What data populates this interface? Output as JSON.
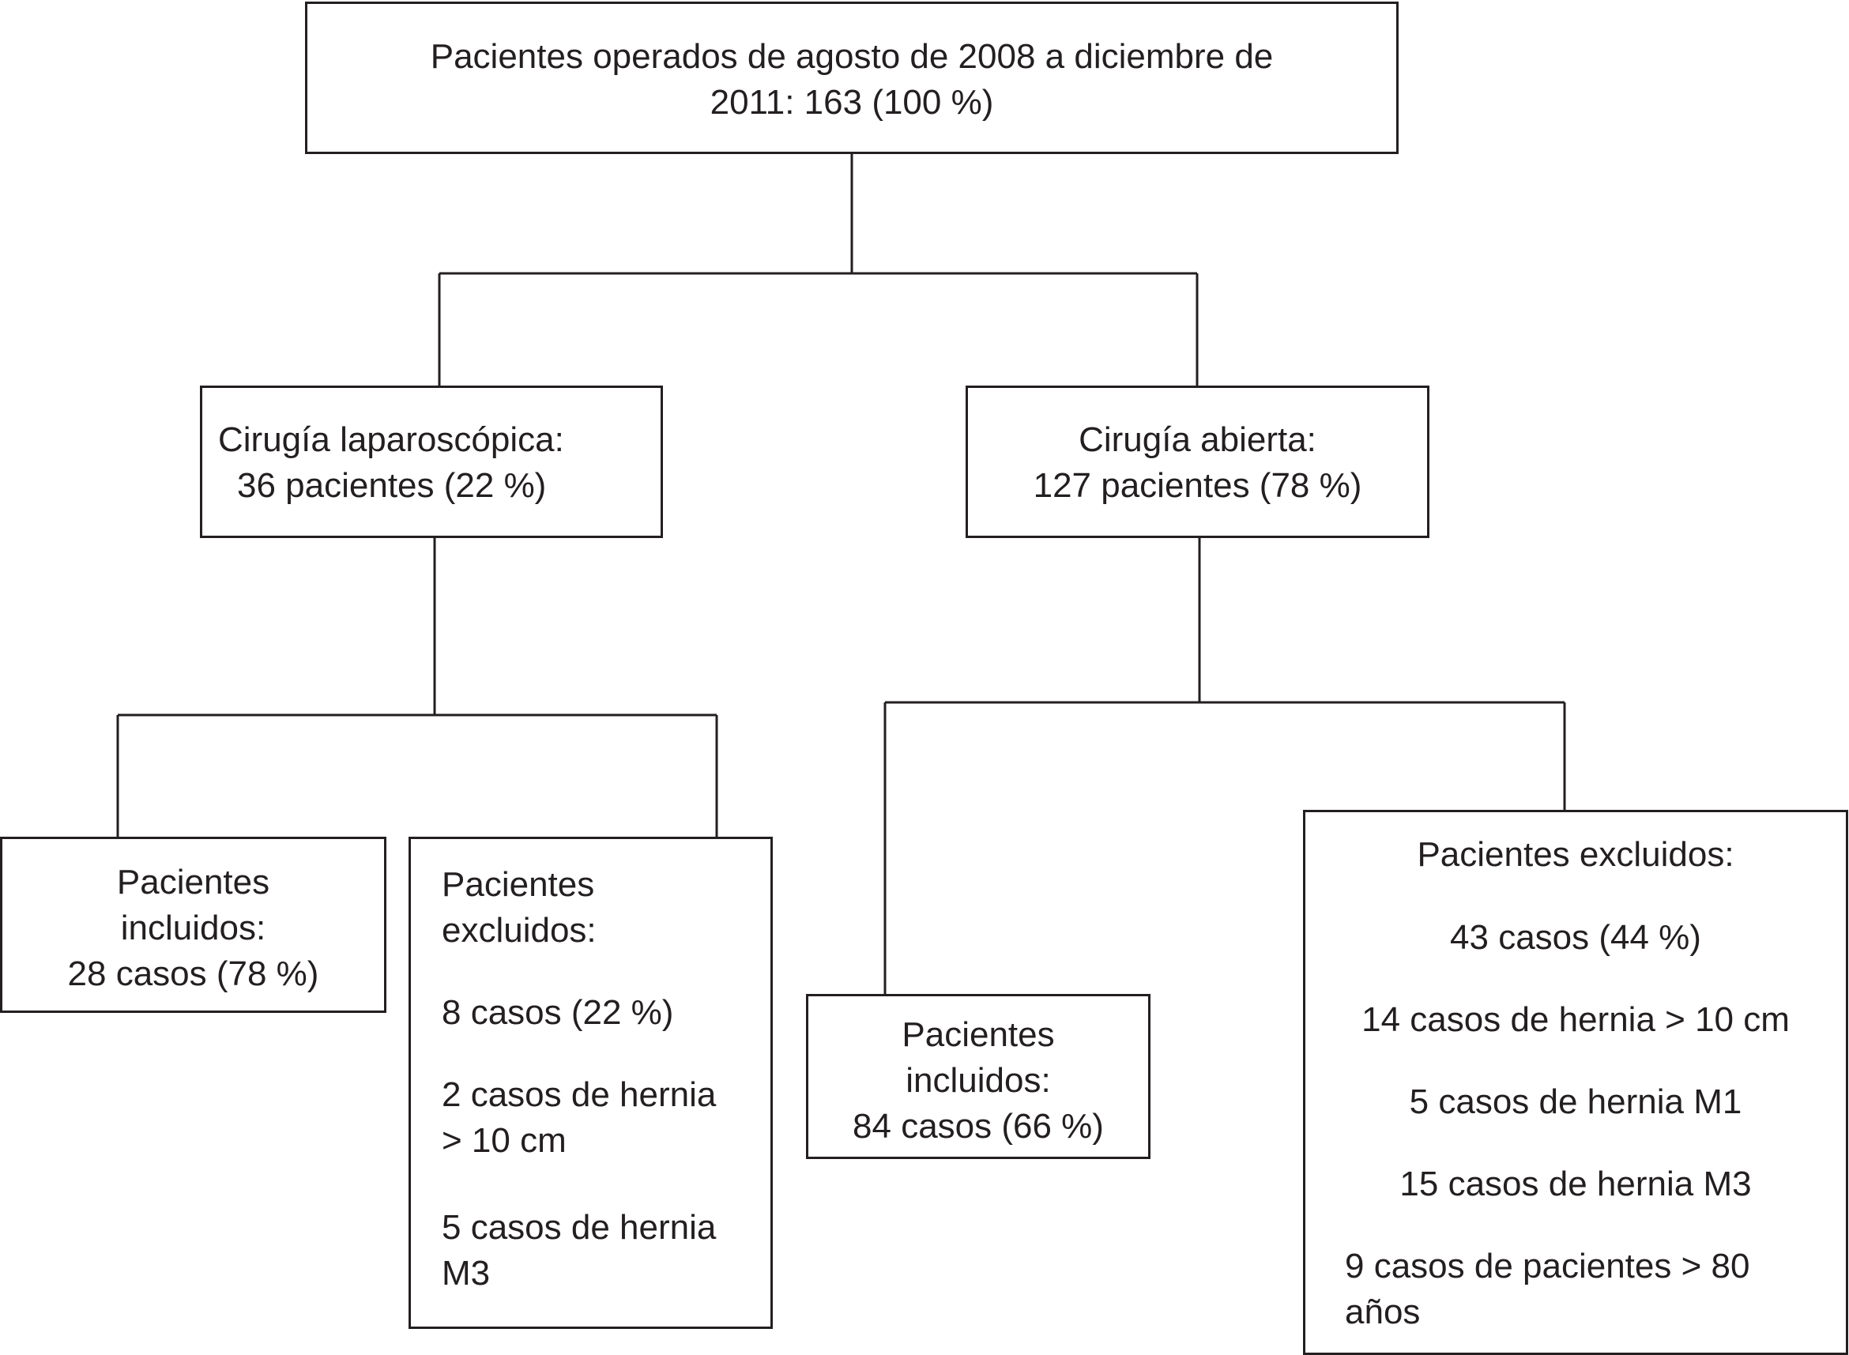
{
  "root": {
    "line1": "Pacientes operados de agosto de 2008 a diciembre de",
    "line2": "2011: 163 (100 %)"
  },
  "laparoscopic": {
    "line1": "Cirugía laparoscópica:",
    "line2": "36 pacientes (22 %)",
    "included": {
      "line1": "Pacientes",
      "line2": "incluidos:",
      "line3": "28 casos (78 %)"
    },
    "excluded": {
      "line1": "Pacientes",
      "line2": "excluidos:",
      "count": "8 casos (22 %)",
      "reason1_line1": "2 casos de hernia",
      "reason1_line2": "> 10 cm",
      "reason2_line1": "5 casos de hernia",
      "reason2_line2": "M3"
    }
  },
  "open": {
    "line1": "Cirugía abierta:",
    "line2": "127 pacientes (78 %)",
    "included": {
      "line1": "Pacientes",
      "line2": "incluidos:",
      "line3": "84 casos (66 %)"
    },
    "excluded": {
      "title": "Pacientes excluidos:",
      "count": "43 casos (44 %)",
      "reason1": "14 casos de hernia > 10 cm",
      "reason2": "5 casos de hernia M1",
      "reason3": "15 casos de hernia M3",
      "reason4_line1": "9 casos de pacientes > 80",
      "reason4_line2": "años"
    }
  }
}
